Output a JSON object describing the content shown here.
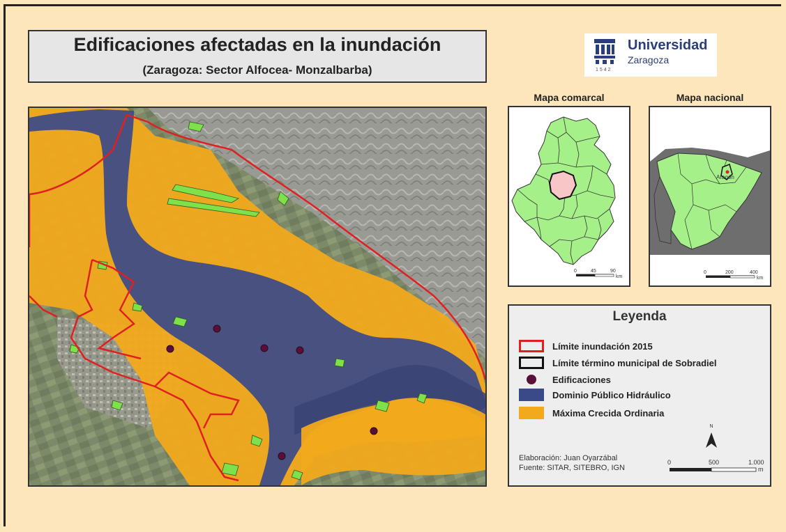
{
  "title": {
    "main": "Edificaciones afectadas en la inundación",
    "subtitle": "(Zaragoza: Sector  Alfocea- Monzalbarba)"
  },
  "logo": {
    "name": "Universidad",
    "city": "Zaragoza",
    "year": "1542"
  },
  "insets": {
    "comarcal": {
      "title": "Mapa comarcal",
      "scale_ticks": [
        "0",
        "45",
        "90"
      ],
      "scale_unit": "km"
    },
    "nacional": {
      "title": "Mapa nacional",
      "region_label": "Aragón",
      "scale_ticks": [
        "0",
        "200",
        "400"
      ],
      "scale_unit": "km"
    }
  },
  "legend": {
    "title": "Leyenda",
    "items": [
      {
        "label": "Límite inundación 2015",
        "symbol": "red-outline"
      },
      {
        "label": "Límite término municipal de Sobradiel",
        "symbol": "black-outline"
      },
      {
        "label": "Edificaciones",
        "symbol": "dot"
      },
      {
        "label": "Dominio Público Hidráulico",
        "symbol": "blue-fill"
      },
      {
        "label": "Máxima Crecida Ordinaria",
        "symbol": "orange-fill"
      }
    ],
    "credits": {
      "author": "Elaboración: Juan Oyarzábal",
      "source": "Fuente: SITAR, SITEBRO, IGN"
    },
    "north_label": "N",
    "scale_ticks": [
      "0",
      "500",
      "1.000"
    ],
    "scale_unit": "m"
  },
  "colors": {
    "background": "#fde6bc",
    "flood_limit": "#e02020",
    "building": "#5a0f3a",
    "public_domain": "#3a4a88",
    "max_flood": "#f2a91c",
    "inset_fill": "#a6f08a",
    "highlight": "#f8c6c6"
  }
}
